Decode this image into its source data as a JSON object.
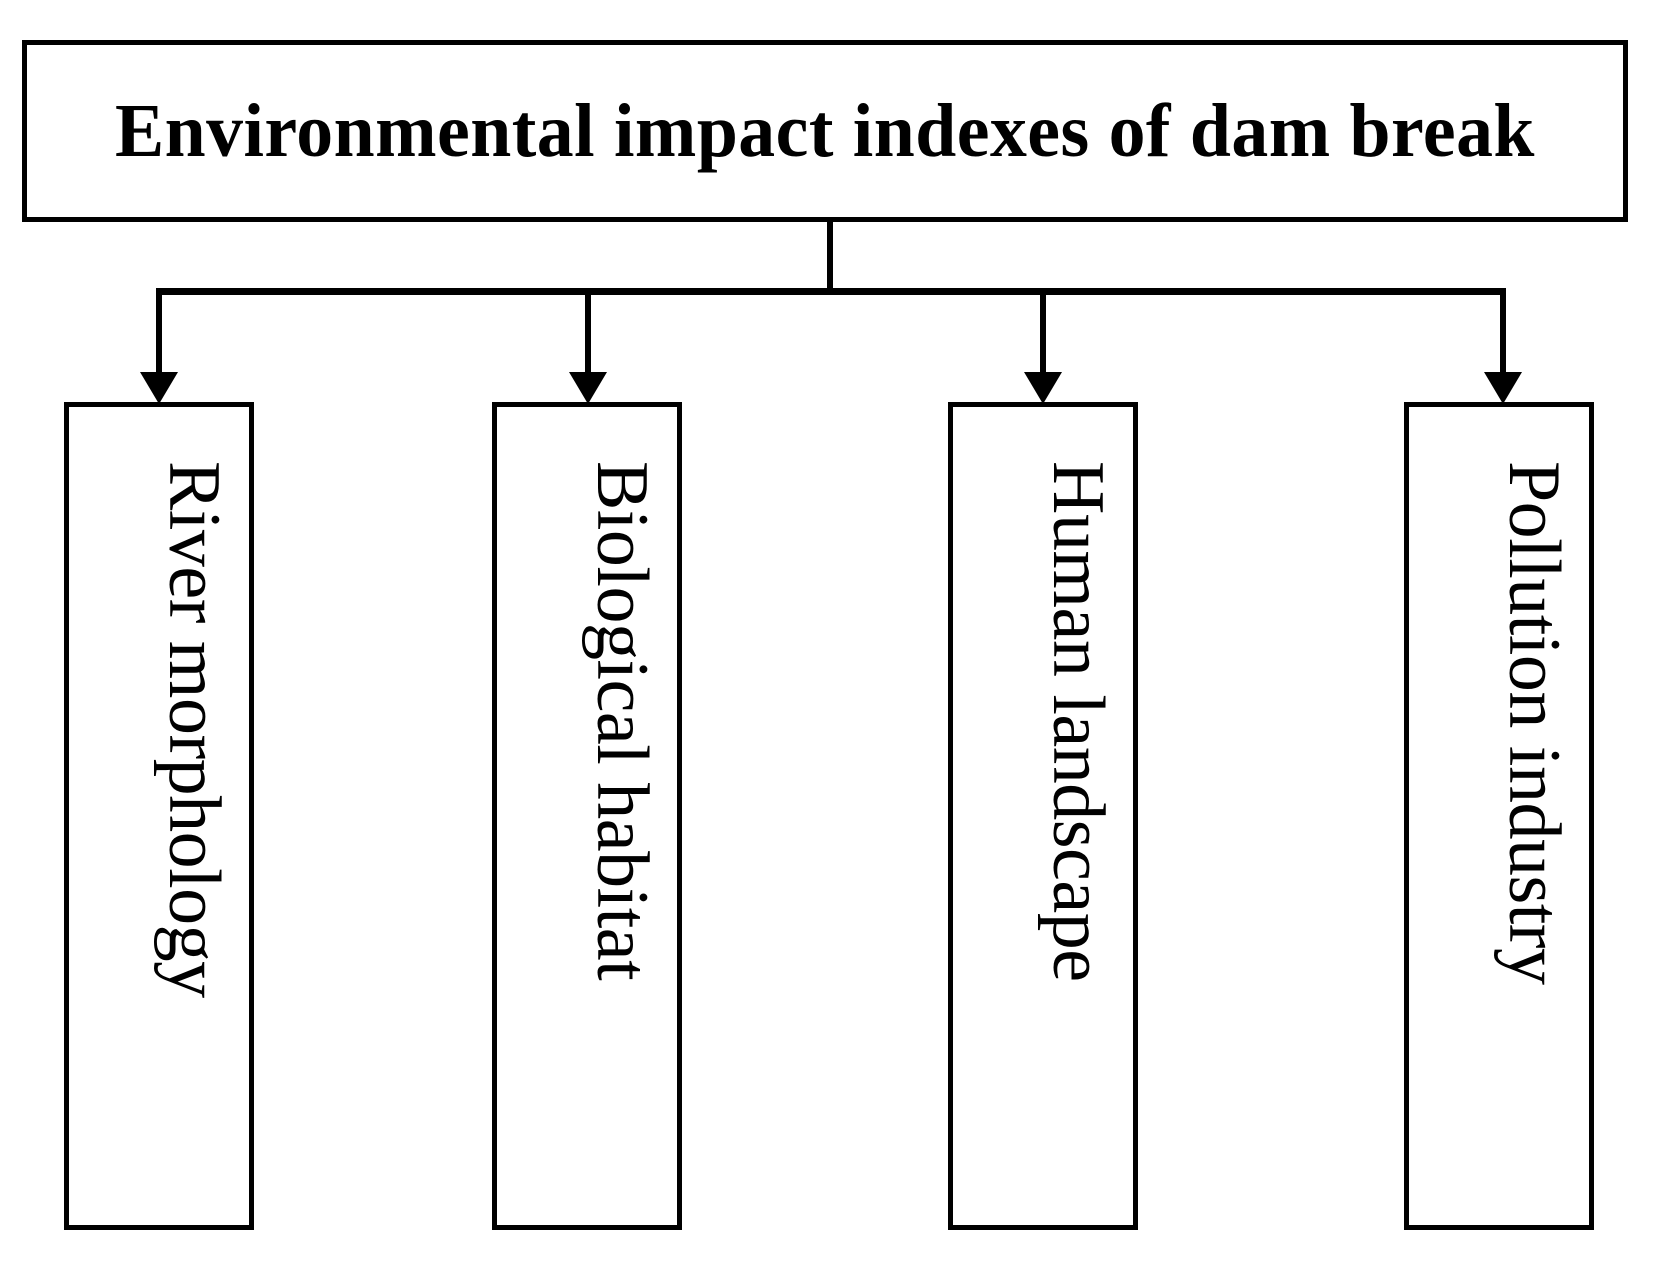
{
  "diagram": {
    "type": "hierarchy-tree",
    "orientation": "top-down",
    "root": {
      "label": "Environmental impact indexes of dam break"
    },
    "children": [
      {
        "label": "River morphology"
      },
      {
        "label": "Biological habitat"
      },
      {
        "label": "Human landscape"
      },
      {
        "label": "Pollution industry"
      }
    ],
    "style": {
      "line_color": "#000000",
      "box_fill": "#ffffff",
      "box_border": "#000000",
      "text_color": "#000000"
    },
    "connectors": {
      "stem_label": "root-to-bus-stem",
      "bus_label": "horizontal-distribution-bus",
      "arrow_count": 4
    }
  }
}
